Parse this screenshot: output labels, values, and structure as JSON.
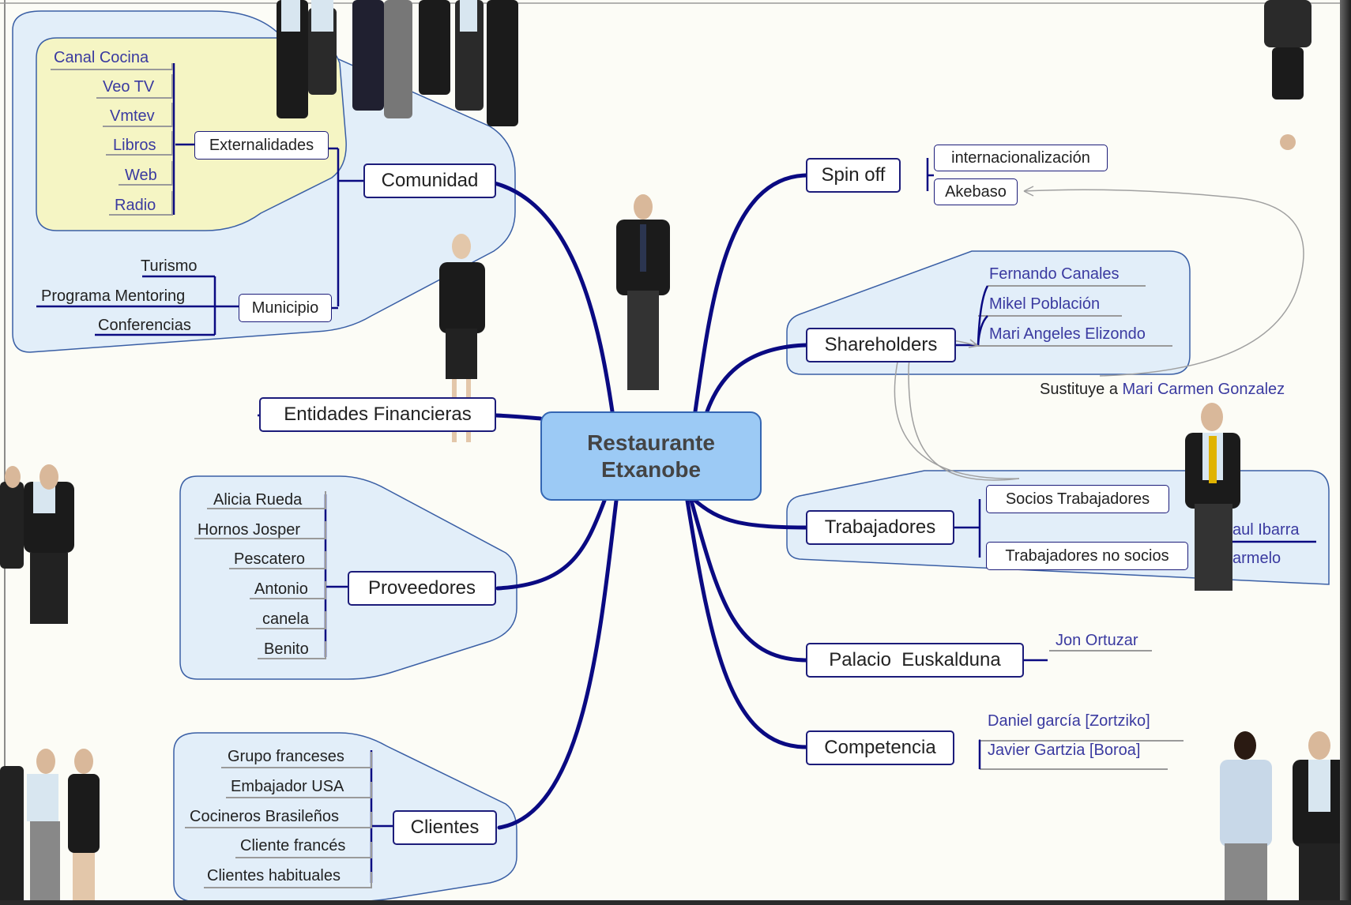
{
  "central": {
    "line1": "Restaurante",
    "line2": "Etxanobe"
  },
  "left": {
    "comunidad": {
      "label": "Comunidad",
      "externalidades": {
        "label": "Externalidades",
        "items": [
          "Canal Cocina",
          "Veo TV",
          "Vmtev",
          "Libros",
          "Web",
          "Radio"
        ]
      },
      "municipio": {
        "label": "Municipio",
        "items": [
          "Turismo",
          "Programa Mentoring",
          "Conferencias"
        ]
      }
    },
    "entidades": {
      "label": "Entidades Financieras"
    },
    "proveedores": {
      "label": "Proveedores",
      "items": [
        "Alicia Rueda",
        "Hornos Josper",
        "Pescatero",
        "Antonio",
        "canela",
        "Benito"
      ]
    },
    "clientes": {
      "label": "Clientes",
      "items": [
        "Grupo franceses",
        "Embajador USA",
        "Cocineros Brasileños",
        "Cliente francés",
        "Clientes habituales"
      ]
    }
  },
  "right": {
    "spinoff": {
      "label": "Spin off",
      "items": [
        "internacionalización",
        "Akebaso"
      ]
    },
    "shareholders": {
      "label": "Shareholders",
      "items": [
        "Fernando Canales",
        "Mikel Población",
        "Mari Angeles Elizondo"
      ]
    },
    "note": {
      "prefix": "Sustituye a",
      "name": "Mari Carmen Gonzalez"
    },
    "trabajadores": {
      "label": "Trabajadores",
      "socios": "Socios Trabajadores",
      "nosocios": "Trabajadores no socios",
      "names": [
        "aul Ibarra",
        "armelo"
      ]
    },
    "palacio": {
      "label": "Palacio  Euskalduna",
      "items": [
        "Jon Ortuzar"
      ]
    },
    "competencia": {
      "label": "Competencia",
      "items": [
        "Daniel garcía [Zortziko]",
        "Javier Gartzia [Boroa]"
      ]
    }
  },
  "colors": {
    "branch": "#0a0a82",
    "central_fill": "#9ccaf5",
    "group_fill": "#e2eef9",
    "externalidades_fill": "#f5f5c4",
    "link_blue": "#3a3aa0"
  }
}
